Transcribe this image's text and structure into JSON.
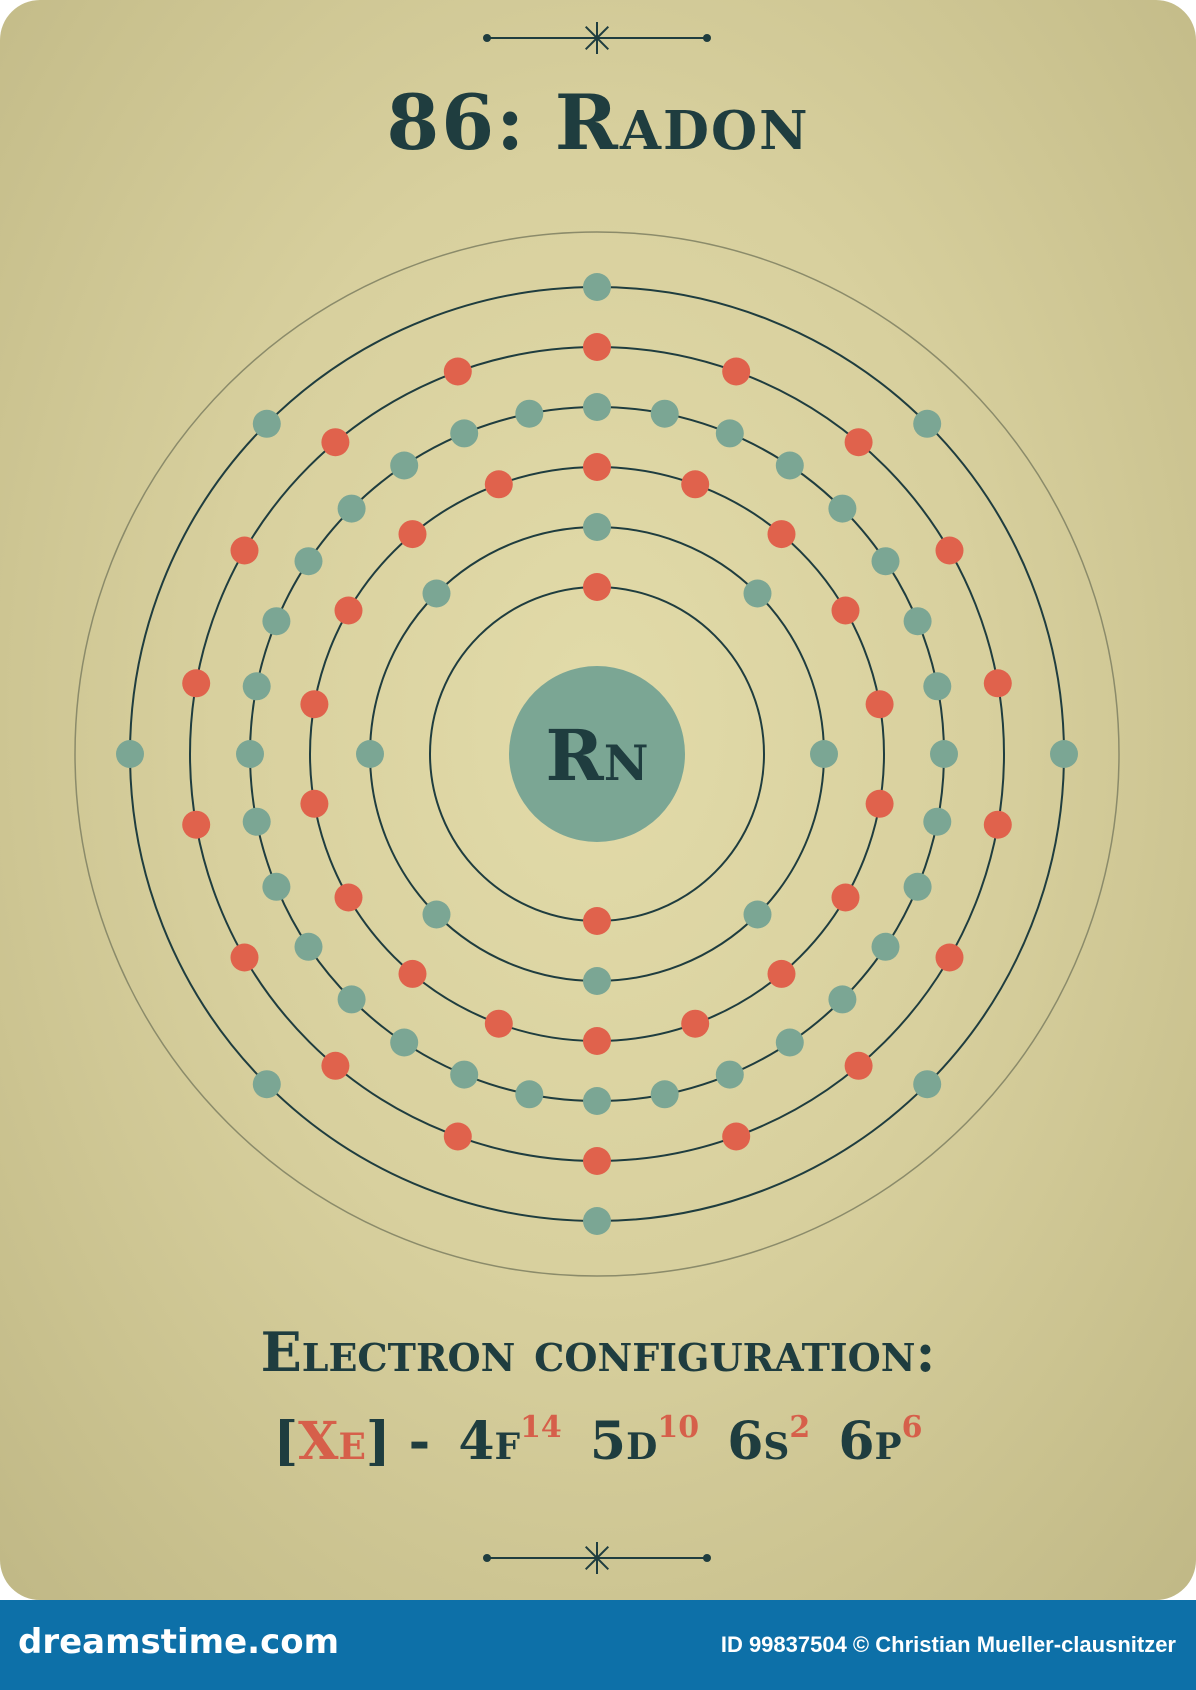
{
  "card": {
    "title": "86: Radon",
    "symbol": "Rn",
    "config_label": "Electron configuration:",
    "config": {
      "open_bracket": "[",
      "core": "Xe",
      "close_bracket": "]",
      "dash": "-",
      "terms": [
        {
          "orbital": "4f",
          "count": "14"
        },
        {
          "orbital": "5d",
          "count": "10"
        },
        {
          "orbital": "6s",
          "count": "2"
        },
        {
          "orbital": "6p",
          "count": "6"
        }
      ]
    },
    "shells": [
      2,
      8,
      18,
      32,
      18,
      8
    ],
    "colors": {
      "electron_teal": "#7ba694",
      "electron_red": "#e0624c",
      "orbit": "#1f3d3f",
      "nucleus": "#7ba694",
      "text": "#1f3d3f",
      "accent_red": "#d65f4a"
    }
  },
  "footer": {
    "brand": "dreamstime.com",
    "credit": "ID 99837504 © Christian Mueller-clausnitzer"
  }
}
